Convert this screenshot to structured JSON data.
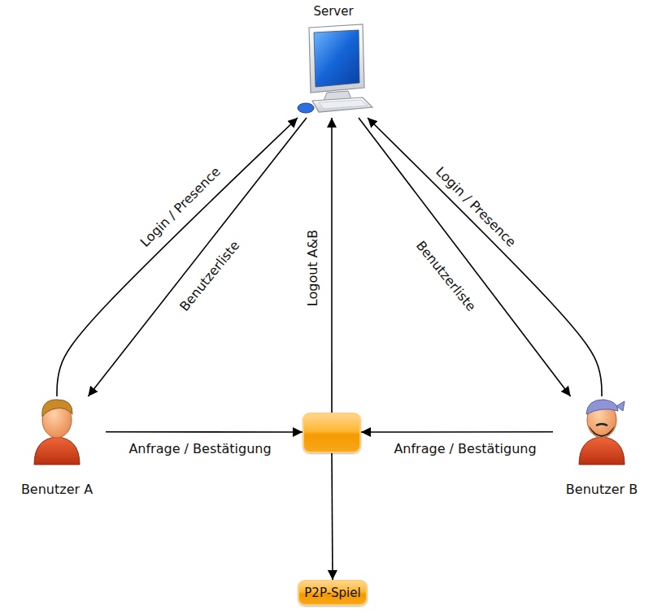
{
  "diagram": {
    "nodes": [
      {
        "text": [
          "Server"
        ]
      },
      {
        "text": [
          "Benutzer A"
        ]
      },
      {
        "text": []
      },
      {
        "text": [
          "Benutzer B"
        ]
      },
      {
        "text": [
          "P2P-Spiel"
        ]
      }
    ],
    "edges": [
      {
        "from": 1,
        "to": 0,
        "arrow": "to",
        "label": "Login / Presence"
      },
      {
        "from": 0,
        "to": 1,
        "arrow": "to",
        "label": "Benutzerliste"
      },
      {
        "from": 3,
        "to": 0,
        "arrow": "to",
        "label": "Login / Presence"
      },
      {
        "from": 0,
        "to": 3,
        "arrow": "to",
        "label": "Benutzerliste"
      },
      {
        "from": 2,
        "to": 0,
        "arrow": "to",
        "label": "Logout A&B"
      },
      {
        "from": 1,
        "to": 2,
        "arrow": "to",
        "label": "Anfrage / Bestätigung"
      },
      {
        "from": 3,
        "to": 2,
        "arrow": "to",
        "label": "Anfrage / Bestätigung"
      },
      {
        "from": 2,
        "to": 4,
        "arrow": "to"
      }
    ]
  }
}
